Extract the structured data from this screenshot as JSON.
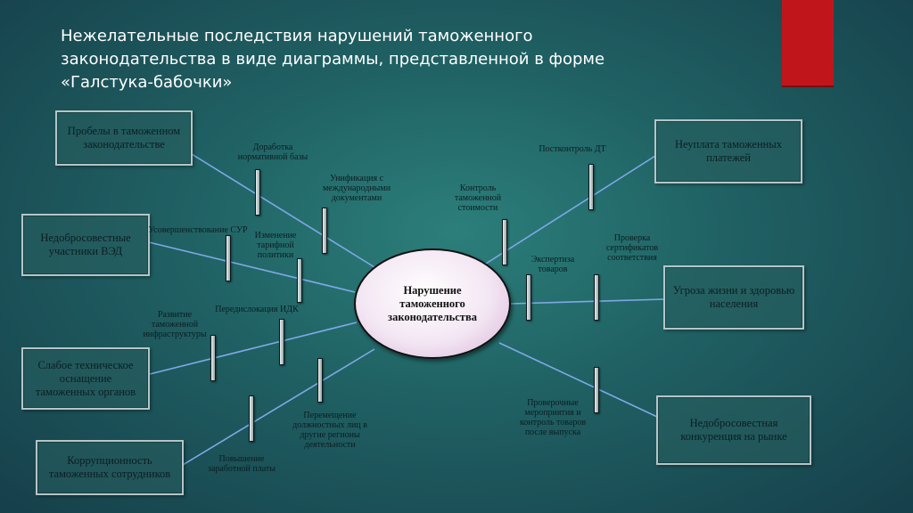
{
  "title": "Нежелательные последствия нарушений таможенного законодательства в виде диаграммы, представленной в форме «Галстука-бабочки»",
  "title_lines": [
    "Нежелательные последствия нарушений таможенного",
    "законодательства в виде диаграммы, представленной в форме",
    "«Галстука-бабочки»"
  ],
  "center_event": "Нарушение таможенного законодательства",
  "causes": [
    "Пробелы в таможенном законодательстве",
    "Недобросовестные участники ВЭД",
    "Слабое техническое оснащение таможенных органов",
    "Коррупционность таможенных сотрудников"
  ],
  "consequences": [
    "Неуплата таможенных платежей",
    "Угроза жизни и здоровью населения",
    "Недобросовестная конкуренция на рынке"
  ],
  "barriers": {
    "left": [
      "Доработка нормативной базы",
      "Унификация с международными документами",
      "Усовершенствование СУР",
      "Изменение тарифной политики",
      "Развитие таможенной инфраструктуры",
      "Передислокация ИДК",
      "Перемещение должностных лиц в другие регионы деятельности",
      "Повышение заработной платы"
    ],
    "right": [
      "Постконтроль ДТ",
      "Контроль таможенной стоимости",
      "Проверка сертификатов соответствия",
      "Экспертиза товаров",
      "Проверочные мероприятия и контроль товаров после выпуска"
    ]
  },
  "colors": {
    "accent": "#c0161b",
    "background": "#1f5f62",
    "connector": "#7fa9e6",
    "center_fill": "#f3e6f3"
  }
}
